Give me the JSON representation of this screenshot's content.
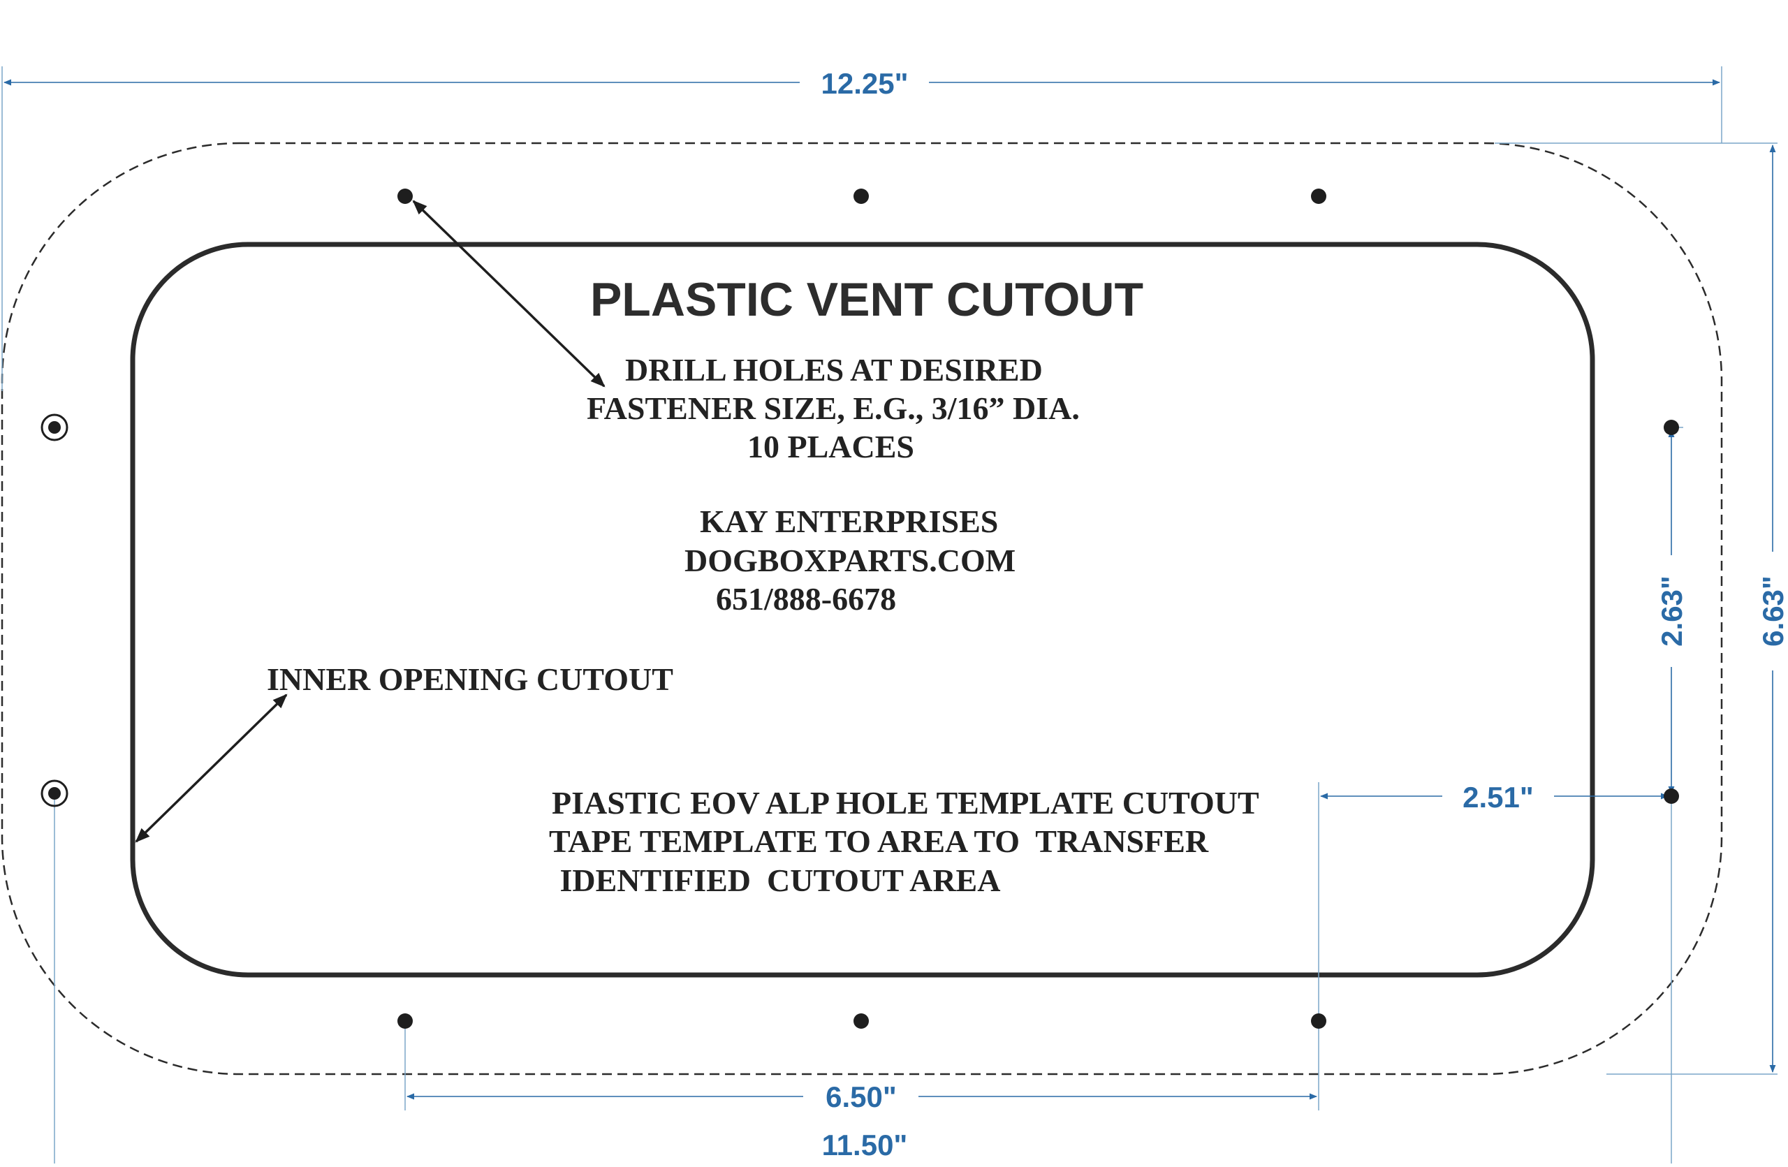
{
  "title": "PLASTIC VENT CUTOUT",
  "drill_note": {
    "lines": [
      "DRILL HOLES AT DESIRED",
      "FASTENER SIZE, E.G., 3/16” DIA.",
      "10 PLACES"
    ]
  },
  "company": {
    "lines": [
      "KAY ENTERPRISES",
      "DOGBOXPARTS.COM",
      "651/888-6678"
    ]
  },
  "inner_label": "INNER OPENING CUTOUT",
  "template_note": {
    "lines": [
      "PIASTIC EOV ALP HOLE TEMPLATE CUTOUT",
      "TAPE TEMPLATE TO AREA TO  TRANSFER",
      " IDENTIFIED  CUTOUT AREA"
    ]
  },
  "dimensions": {
    "overall_width": "12.25\"",
    "overall_height": "6.63\"",
    "side_hole_spacing": "2.63\"",
    "hole_offset": "2.51\"",
    "top_hole_spacing": "6.50\"",
    "side_hole_width": "11.50\""
  },
  "colors": {
    "dimension": "#2a6aa6",
    "extension_line": "#7aa6c8",
    "outline": "#2b2b2b",
    "text": "#222222"
  }
}
